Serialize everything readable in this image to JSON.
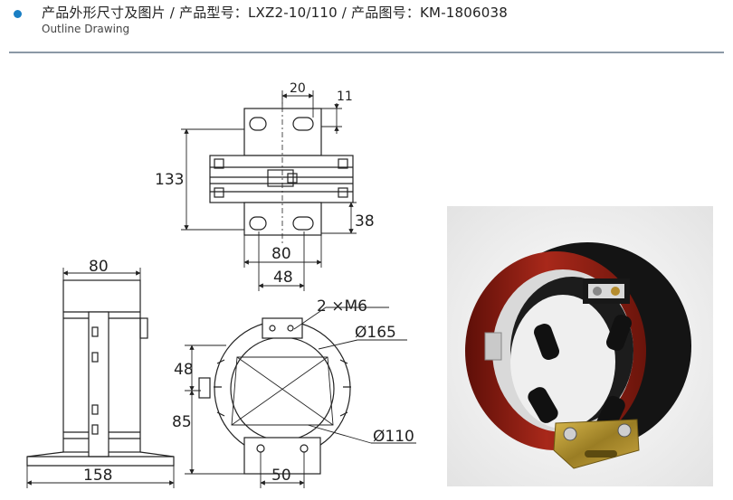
{
  "header": {
    "title": "产品外形尺寸及图片 / 产品型号：LXZ2-10/110 / 产品图号：KM-1806038",
    "subtitle": "Outline Drawing",
    "accent_color": "#1a7fc4",
    "rule_color": "#8b98a6"
  },
  "dimensions": {
    "top_width": "20",
    "top_offset": "11",
    "total_height": "133",
    "bottom_offset": "38",
    "bracket_width": "80",
    "hole_spacing": "48",
    "side_width": "80",
    "base_length": "158",
    "bolts": "2 ×M6",
    "outer_diameter": "Ø165",
    "inner_diameter": "Ø110",
    "side_offset": "48",
    "center_height": "85",
    "bottom_hole_spacing": "50"
  },
  "photo": {
    "icon": "current-transformer-photo"
  }
}
